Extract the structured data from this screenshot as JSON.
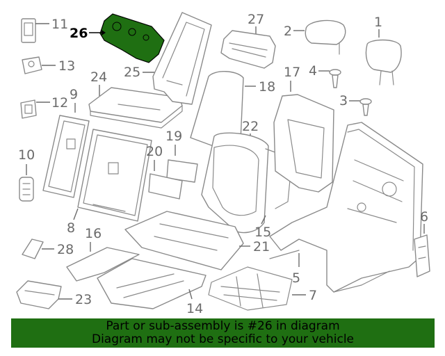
{
  "callouts": {
    "c1": "1",
    "c2": "2",
    "c3": "3",
    "c4": "4",
    "c5": "5",
    "c6": "6",
    "c7": "7",
    "c8": "8",
    "c9": "9",
    "c10": "10",
    "c11": "11",
    "c12": "12",
    "c13": "13",
    "c14": "14",
    "c15": "15",
    "c16": "16",
    "c17": "17",
    "c18": "18",
    "c19": "19",
    "c20": "20",
    "c21": "21",
    "c22": "22",
    "c23": "23",
    "c24": "24",
    "c25": "25",
    "c26": "26",
    "c27": "27",
    "c28": "28"
  },
  "highlight_part": "26",
  "colors": {
    "highlight": "#1f6f12",
    "banner_bg": "#1f6f12",
    "line": "#8a8a8a",
    "label": "#6b6b6b"
  },
  "banner": {
    "line1": "Part or sub-assembly is #26 in diagram",
    "line2": "Diagram may not be specific to your vehicle"
  }
}
